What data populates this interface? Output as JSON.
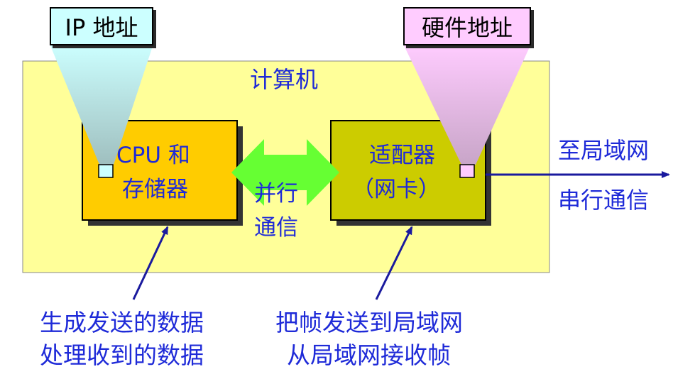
{
  "computer": {
    "title": "计算机"
  },
  "cpu_box": {
    "line1": "CPU 和",
    "line2": "存储器"
  },
  "adapter_box": {
    "line1": "适配器",
    "line2": "（网卡）"
  },
  "parallel": {
    "line1": "并行",
    "line2": "通信"
  },
  "ip_tag": {
    "label": "IP 地址"
  },
  "hw_tag": {
    "label": "硬件地址"
  },
  "lan": {
    "to_lan": "至局域网",
    "serial": "串行通信"
  },
  "cpu_caption": {
    "line1": "生成发送的数据",
    "line2": "处理收到的数据"
  },
  "adapter_caption": {
    "line1": "把帧发送到局域网",
    "line2": "从局域网接收帧"
  },
  "colors": {
    "computer_fill": "#ffff99",
    "cpu_fill": "#ffcc00",
    "adapter_fill": "#cccc00",
    "parallel_arrow": "#66ff33",
    "ip_tag_fill": "#ccffff",
    "hw_tag_fill": "#ffccff",
    "text_blue": "#1e2ad8",
    "arrow_navy": "#1a1a9e"
  }
}
